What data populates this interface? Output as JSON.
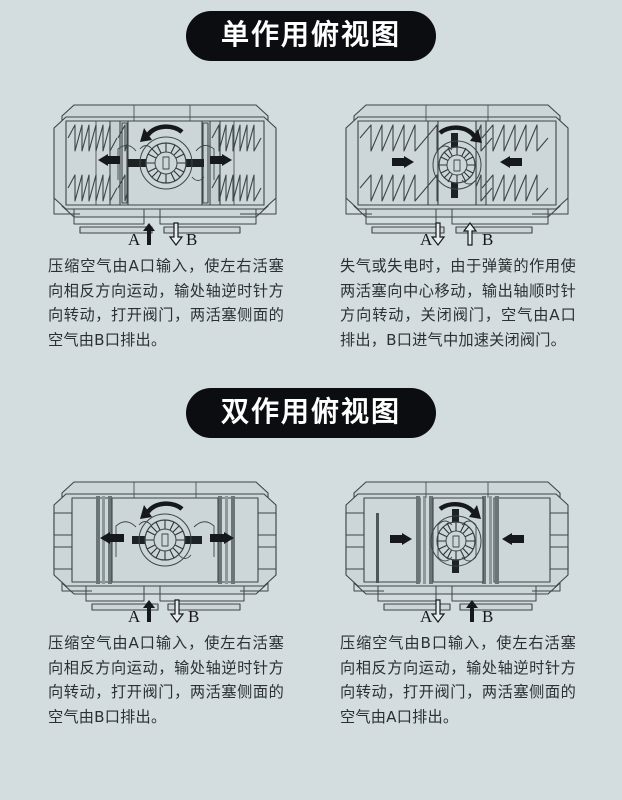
{
  "page": {
    "background_color": "#d3dcdf",
    "line_color": "#3c4548",
    "fill_color": "#ccd6d9",
    "accent_dark": "#0b0d10"
  },
  "sections": [
    {
      "id": "single-acting",
      "title": "单作用俯视图",
      "panels": [
        {
          "id": "single-acting-air-in",
          "type": "spring-return",
          "springs": "compressed",
          "piston_motion": "outward",
          "rotation": "counterclockwise",
          "port_a": {
            "label": "A",
            "arrow": "up",
            "arrow_style": "solid"
          },
          "port_b": {
            "label": "B",
            "arrow": "down",
            "arrow_style": "hollow"
          },
          "caption": "压缩空气由A口输入，使左右活塞向相反方向运动，输处轴逆时针方向转动，打开阀门，两活塞侧面的空气由B口排出。"
        },
        {
          "id": "single-acting-spring-return",
          "type": "spring-return",
          "springs": "extended",
          "piston_motion": "inward",
          "rotation": "clockwise",
          "port_a": {
            "label": "A",
            "arrow": "down",
            "arrow_style": "hollow"
          },
          "port_b": {
            "label": "B",
            "arrow": "up",
            "arrow_style": "hollow"
          },
          "caption": "失气或失电时，由于弹簧的作用使两活塞向中心移动，输出轴顺时针方向转动，关闭阀门，空气由A口排出，B口进气中加速关闭阀门。"
        }
      ]
    },
    {
      "id": "double-acting",
      "title": "双作用俯视图",
      "panels": [
        {
          "id": "double-acting-a-in",
          "type": "double-acting",
          "springs": "none",
          "piston_motion": "outward",
          "rotation": "counterclockwise",
          "port_a": {
            "label": "A",
            "arrow": "up",
            "arrow_style": "solid"
          },
          "port_b": {
            "label": "B",
            "arrow": "down",
            "arrow_style": "hollow"
          },
          "caption": "压缩空气由A口输入，使左右活塞向相反方向运动，输处轴逆时针方向转动，打开阀门，两活塞侧面的空气由B口排出。"
        },
        {
          "id": "double-acting-b-in",
          "type": "double-acting",
          "springs": "none",
          "piston_motion": "inward",
          "rotation": "counterclockwise",
          "port_a": {
            "label": "A",
            "arrow": "down",
            "arrow_style": "hollow"
          },
          "port_b": {
            "label": "B",
            "arrow": "up",
            "arrow_style": "solid"
          },
          "caption": "压缩空气由B口输入，使左右活塞向相反方向运动，输处轴逆时针方向转动，打开阀门，两活塞侧面的空气由A口排出。"
        }
      ]
    }
  ]
}
